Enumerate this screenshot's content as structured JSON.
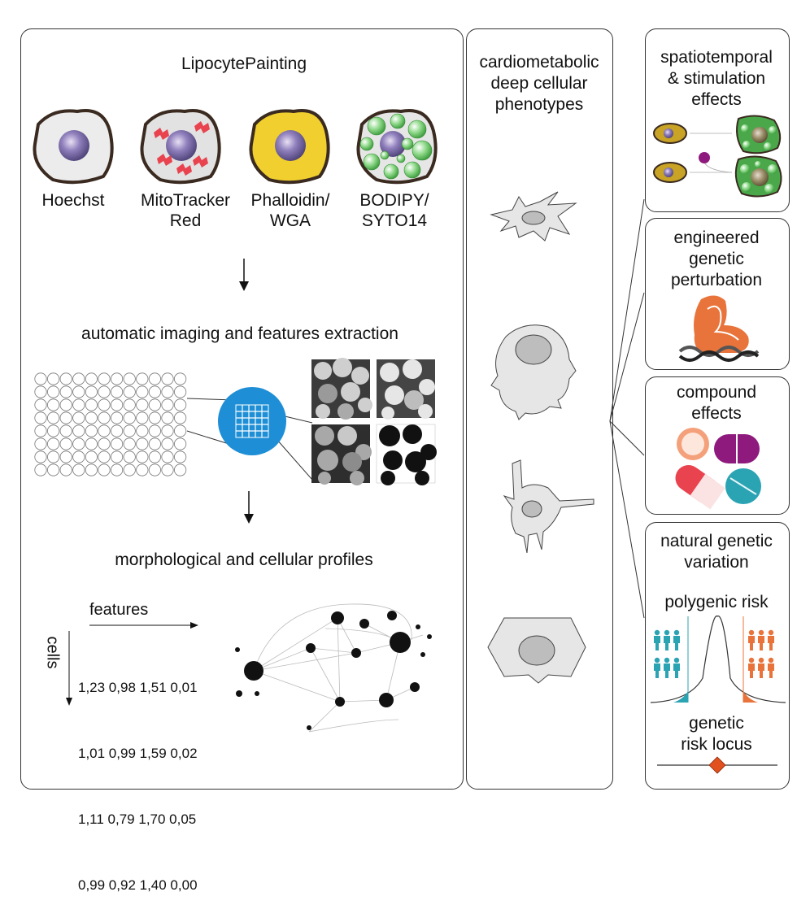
{
  "left_panel": {
    "title": "LipocytePainting",
    "stains": [
      {
        "line1": "Hoechst",
        "line2": ""
      },
      {
        "line1": "MitoTracker",
        "line2": "Red"
      },
      {
        "line1": "Phalloidin/",
        "line2": "WGA"
      },
      {
        "line1": "BODIPY/",
        "line2": "SYTO14"
      }
    ],
    "step2_title": "automatic imaging and features extraction",
    "step3_title": "morphological and cellular profiles",
    "matrix": {
      "col_label": "features",
      "row_label": "cells",
      "rows": [
        "1,23 0,98 1,51 0,01",
        "1,01 0,99 1,59 0,02",
        "1,11 0,79 1,70 0,05",
        "0,99 0,92 1,40 0,00"
      ]
    }
  },
  "middle_panel": {
    "title_lines": [
      "cardiometabolic",
      "deep cellular",
      "phenotypes"
    ]
  },
  "right_panels": [
    {
      "lines": [
        "spatiotemporal",
        "& stimulation",
        "effects"
      ]
    },
    {
      "lines": [
        "engineered",
        "genetic",
        "perturbation"
      ]
    },
    {
      "lines": [
        "compound",
        "effects"
      ]
    },
    {
      "lines": [
        "natural genetic",
        "variation"
      ],
      "sub": "polygenic risk",
      "sub2": [
        "genetic",
        "risk locus"
      ]
    }
  ],
  "colors": {
    "nucleus": "#7b6ba3",
    "mito": "#e8434f",
    "phalloidin": "#f0cf2e",
    "lipid": "#5fbf5a",
    "well_highlight": "#1e8fd6",
    "orange": "#e8743b",
    "teal": "#2aa3b3",
    "purple": "#8e1a7e",
    "red_locus": "#e2501e"
  },
  "icons": [
    "nucleus-icon",
    "mitochondria-icon",
    "lipid-droplet-icon",
    "well-plate-icon",
    "network-graph-icon",
    "protein-icon",
    "dna-icon",
    "pill-icon",
    "person-icon",
    "diamond-icon"
  ]
}
